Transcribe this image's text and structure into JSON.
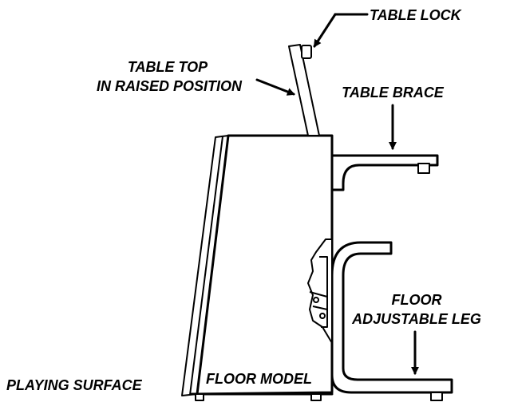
{
  "labels": {
    "table_lock": "TABLE LOCK",
    "table_top_line1": "TABLE TOP",
    "table_top_line2": "IN RAISED POSITION",
    "table_brace": "TABLE BRACE",
    "floor_line1": "FLOOR",
    "floor_line2": "ADJUSTABLE LEG",
    "playing_surface": "PLAYING SURFACE",
    "floor_model": "FLOOR MODEL"
  },
  "colors": {
    "ink": "#000000",
    "background": "#ffffff"
  }
}
